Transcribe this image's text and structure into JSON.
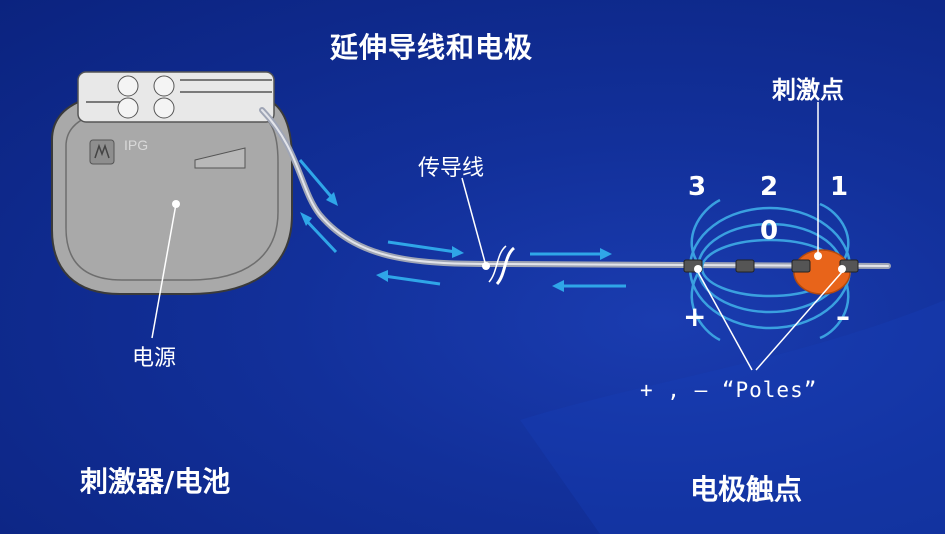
{
  "title": "延伸导线和电极",
  "labels": {
    "stimulation_point": "刺激点",
    "lead_wire": "传导线",
    "power_source": "电源",
    "stimulator_battery": "刺激器/电池",
    "electrode_contacts": "电极触点",
    "device_badge": "IPG"
  },
  "contacts": {
    "c3": "3",
    "c2": "2",
    "c1": "1",
    "c0": "0"
  },
  "polarity": {
    "plus": "+",
    "minus": "–",
    "poles_caption": "+ , – “Poles”"
  },
  "colors": {
    "background": "#0e2a8e",
    "arrows": "#2fa6e8",
    "field_lines": "#3aa0e0",
    "stim_zone": "#e8641a",
    "device": "#a6a6a6"
  }
}
